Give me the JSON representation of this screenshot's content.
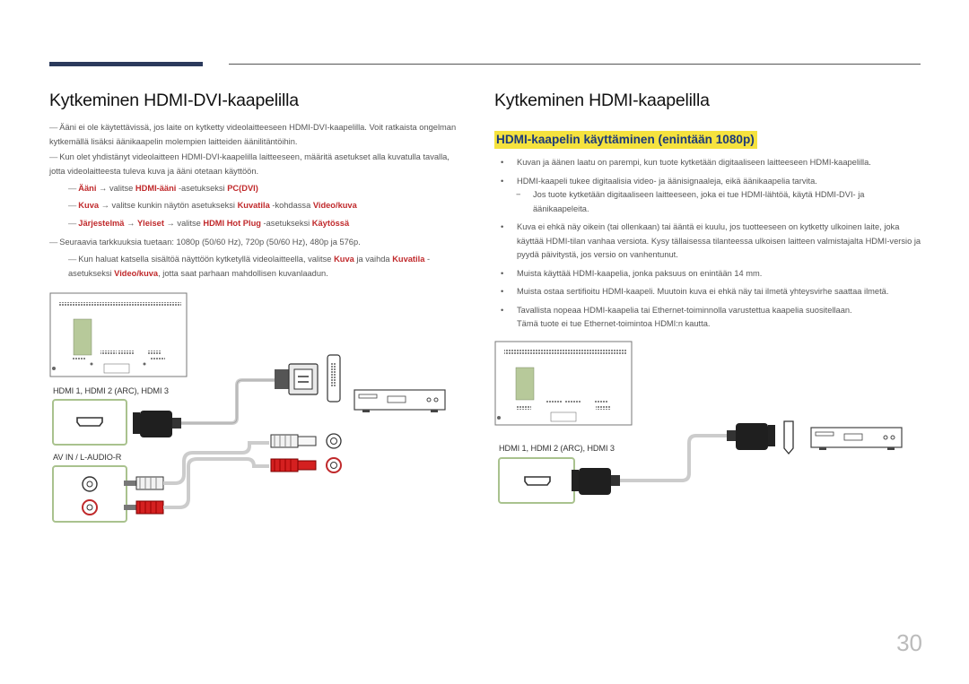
{
  "left": {
    "title": "Kytkeminen HDMI-DVI-kaapelilla",
    "note1": "Ääni ei ole käytettävissä, jos laite on kytketty videolaitteeseen HDMI-DVI-kaapelilla. Voit ratkaista ongelman kytkemällä lisäksi äänikaapelin molempien laitteiden äänilitäntöihin.",
    "note2": "Kun olet yhdistänyt videolaitteen HDMI-DVI-kaapelilla laitteeseen, määritä asetukset alla kuvatulla tavalla, jotta videolaitteesta tuleva kuva ja ääni otetaan käyttöön.",
    "step1": {
      "a": "Ääni",
      "arrow": "→",
      "b": "valitse",
      "c": "HDMI-ääni",
      "d": "-asetukseksi",
      "e": "PC(DVI)"
    },
    "step2": {
      "a": "Kuva",
      "arrow": "→",
      "b": "valitse kunkin näytön asetukseksi",
      "c": "Kuvatila",
      "d": "-kohdassa",
      "e": "Video/kuva"
    },
    "step3": {
      "a": "Järjestelmä",
      "arrow1": "→",
      "b": "Yleiset",
      "arrow2": "→",
      "c": "valitse",
      "d": "HDMI Hot Plug",
      "e": "-asetukseksi",
      "f": "Käytössä"
    },
    "note3": "Seuraavia tarkkuuksia tuetaan: 1080p (50/60 Hz), 720p (50/60 Hz), 480p ja 576p.",
    "note4": {
      "a": "Kun haluat katsella sisältöä näyttöön kytketyllä videolaitteella, valitse",
      "b": "Kuva",
      "c": "ja vaihda",
      "d": "Kuvatila",
      "e": "-asetukseksi",
      "f": "Video/kuva",
      "g": ", jotta saat parhaan mahdollisen kuvanlaadun."
    },
    "port_label_hdmi": "HDMI 1, HDMI 2 (ARC), HDMI 3",
    "port_label_av": "AV IN / L-AUDIO-R"
  },
  "right": {
    "title": "Kytkeminen HDMI-kaapelilla",
    "subtitle": "HDMI-kaapelin käyttäminen (enintään 1080p)",
    "bullet1": "Kuvan ja äänen laatu on parempi, kun tuote kytketään digitaaliseen laitteeseen HDMI-kaapelilla.",
    "bullet2": "HDMI-kaapeli tukee digitaalisia video- ja äänisignaaleja, eikä äänikaapelia tarvita.",
    "bullet2_sub": "Jos tuote kytketään digitaaliseen laitteeseen, joka ei tue HDMI-lähtöä, käytä HDMI-DVI- ja äänikaapeleita.",
    "bullet3": "Kuva ei ehkä näy oikein (tai ollenkaan) tai ääntä ei kuulu, jos tuotteeseen on kytketty ulkoinen laite, joka käyttää HDMI-tilan vanhaa versiota. Kysy tällaisessa tilanteessa ulkoisen laitteen valmistajalta HDMI-versio ja pyydä päivitystä, jos versio on vanhentunut.",
    "bullet4": "Muista käyttää HDMI-kaapelia, jonka paksuus on enintään 14 mm.",
    "bullet5": "Muista ostaa sertifioitu HDMI-kaapeli. Muutoin kuva ei ehkä näy tai ilmetä yhteysvirhe saattaa ilmetä.",
    "bullet6a": "Tavallista nopeaa HDMI-kaapelia tai Ethernet-toiminnolla varustettua kaapelia suositellaan.",
    "bullet6b": "Tämä tuote ei tue Ethernet-toimintoa HDMI:n kautta.",
    "port_label_hdmi": "HDMI 1, HDMI 2 (ARC), HDMI 3"
  },
  "bullet_char": "•",
  "dash_char": "―",
  "sub_dash_char": "−",
  "page_number": "30",
  "colors": {
    "accent_bar": "#2b3a5c",
    "highlight": "#f5e23e",
    "subtitle_text": "#1d3a78",
    "menu_red": "#c0292b",
    "port_box": "#a9c28e"
  }
}
